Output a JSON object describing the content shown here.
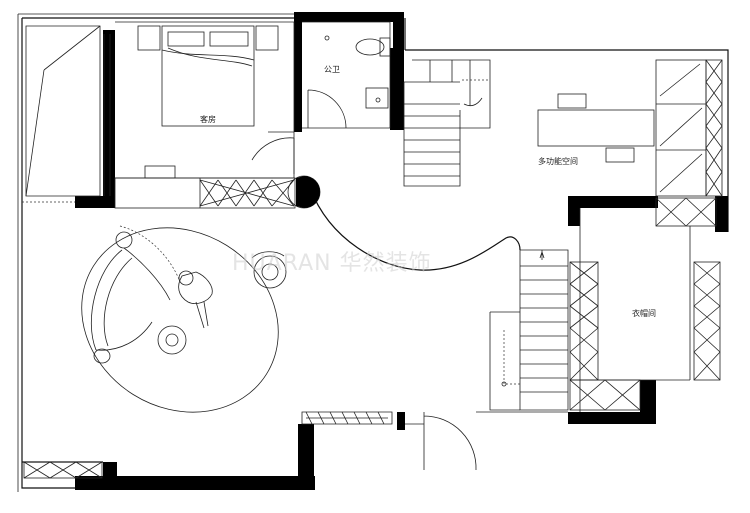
{
  "rooms": {
    "bedroom": "客房",
    "bathroom": "公卫",
    "study": "多功能空间",
    "cloakroom": "衣帽间"
  },
  "watermark": "HUARAN 华然装饰",
  "colors": {
    "line": "#111111",
    "wall": "#000000",
    "background": "#ffffff"
  }
}
